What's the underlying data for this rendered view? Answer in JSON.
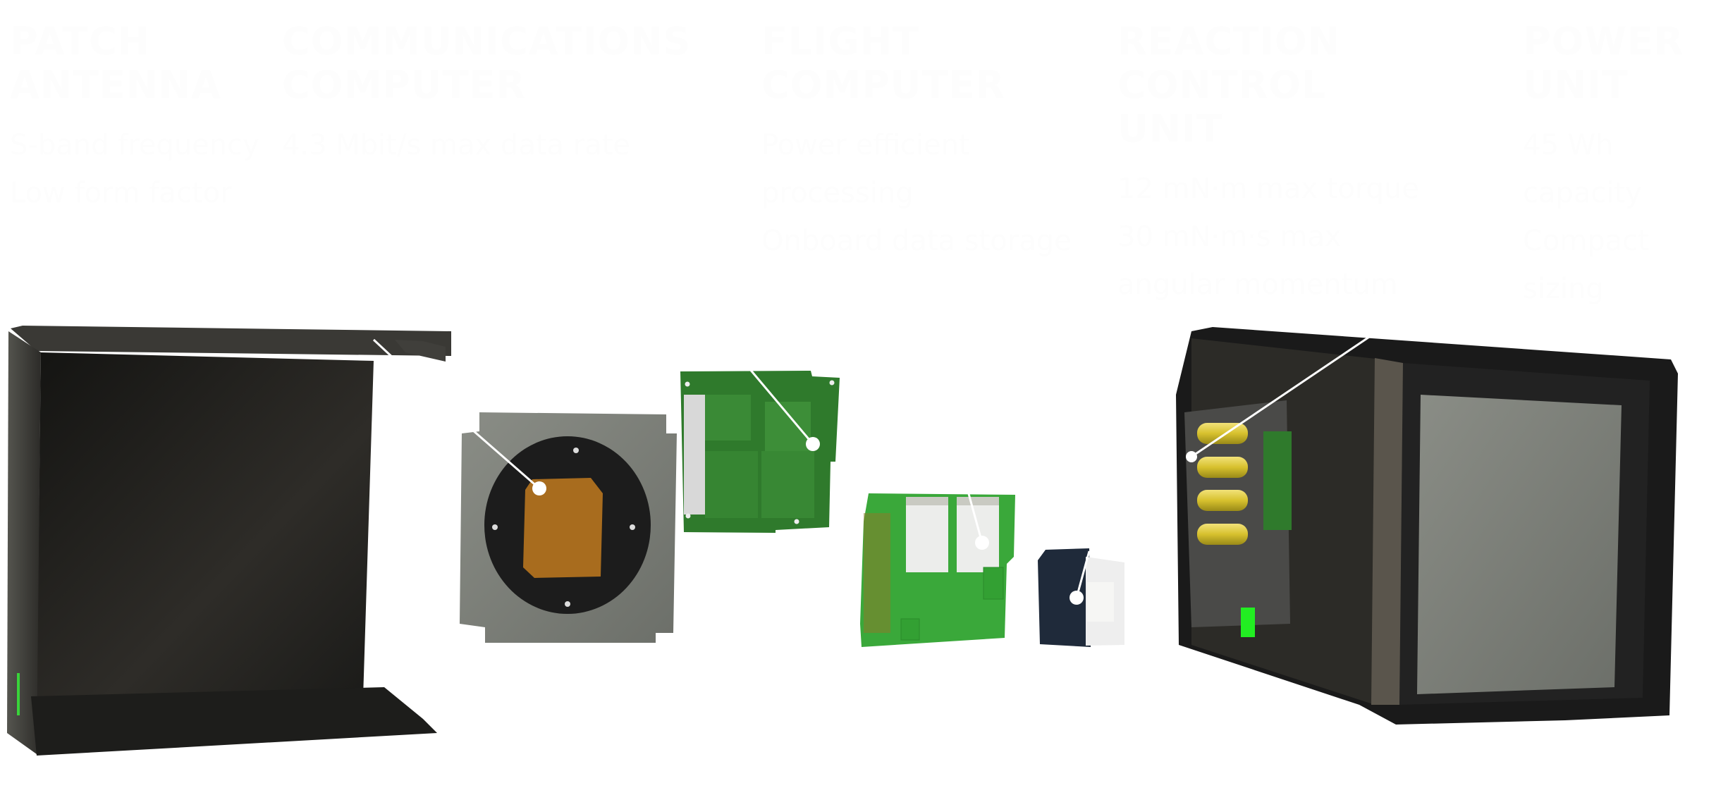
{
  "diagram": {
    "type": "exploded-view",
    "background": "#ffffff",
    "label_color": "#fdfdfd",
    "components": [
      {
        "id": "patch-antenna",
        "title_lines": [
          "PATCH",
          "ANTENNA"
        ],
        "features": [
          "S-band frequency",
          "Low form factor"
        ]
      },
      {
        "id": "communications-computer",
        "title_lines": [
          "COMMUNICATIONS",
          "COMPUTER"
        ],
        "features": [
          "4.3 Mbit/s max data rate"
        ]
      },
      {
        "id": "flight-computer",
        "title_lines": [
          "FLIGHT",
          "COMPUTER"
        ],
        "features": [
          "Power efficient processing",
          "Onboard data storage"
        ]
      },
      {
        "id": "reaction-control-unit",
        "title_lines": [
          "REACTION",
          "CONTROL UNIT"
        ],
        "features": [
          "12 mN·m max torque",
          "30 mN·m·s max angular momentum"
        ]
      },
      {
        "id": "power-unit",
        "title_lines": [
          "POWER",
          "UNIT"
        ],
        "features": [
          "45 Wh capacity",
          "Compact sizing"
        ]
      }
    ],
    "parts": {
      "enclosure": {
        "color": "#2b2a27",
        "accent": "#39d33a"
      },
      "antenna": {
        "plate": "#8a8c86",
        "ring": "#1c1c1c",
        "patch": "#a86c1e"
      },
      "comms_board": {
        "color": "#2f7a2c"
      },
      "flight_board": {
        "color": "#3aa83a",
        "module": "#e9ebe8"
      },
      "reaction_wheel": {
        "body": "#1f2a3a",
        "bracket": "#eeeeee"
      },
      "chassis": {
        "frame": "#1a1a1a",
        "panel": "#7c7f79",
        "cells": "#e0cc3a",
        "indicator": "#22ee22"
      }
    }
  }
}
